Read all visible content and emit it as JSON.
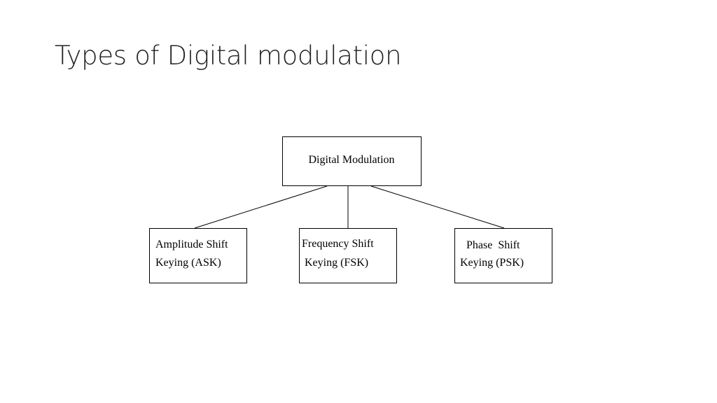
{
  "slide": {
    "title": "Types of Digital modulation"
  },
  "diagram": {
    "root": {
      "line1": "Digital Modulation"
    },
    "children": [
      {
        "line1": "Amplitude Shift",
        "line2": "Keying (ASK)"
      },
      {
        "line1": "Frequency Shift",
        "line2": "Keying (FSK)"
      },
      {
        "line1": "Phase  Shift",
        "line2": "Keying (PSK)"
      }
    ]
  }
}
